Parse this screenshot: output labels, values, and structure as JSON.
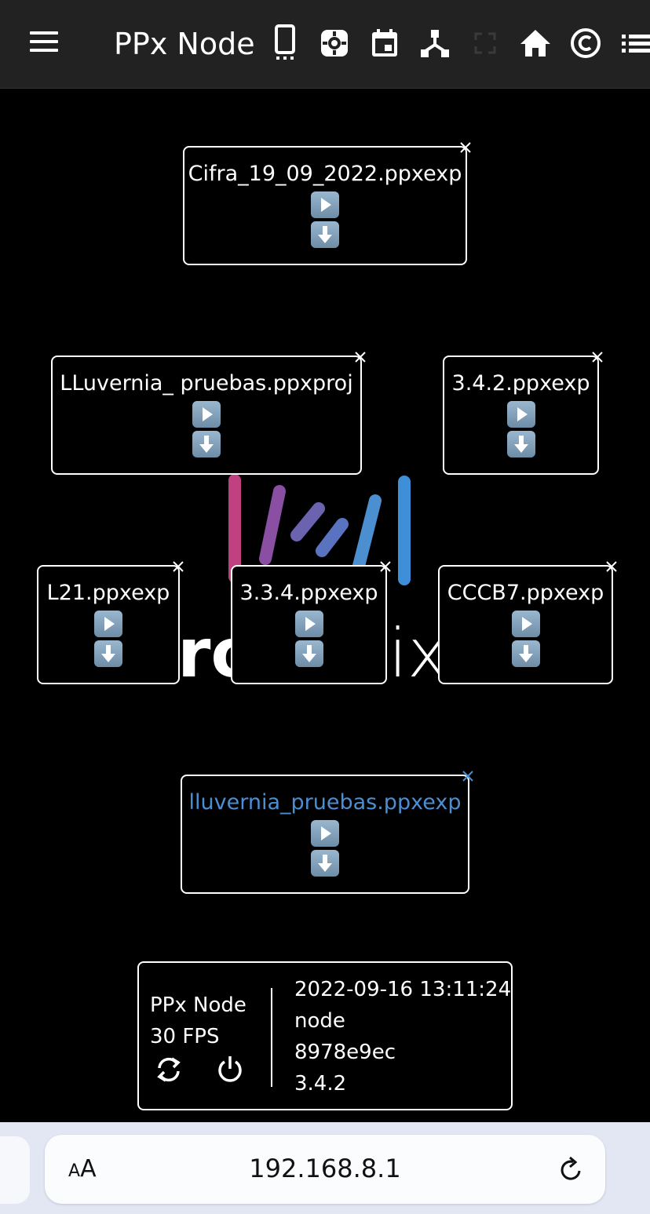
{
  "header": {
    "title": "PPx Node",
    "nav_icons": [
      "phone-icon",
      "gear-icon",
      "calendar-icon",
      "network-icon",
      "fullscreen-icon",
      "home-icon",
      "copyright-icon",
      "list-icon"
    ]
  },
  "logo": {
    "text_bold": "ro",
    "text_light": "ix",
    "bar_colors": [
      "#c0417f",
      "#8a4fa3",
      "#6b62b0",
      "#5a73c0",
      "#4c8fd0",
      "#3f8fd8"
    ]
  },
  "files": [
    {
      "name": "Cifra_19_09_2022.ppxexp",
      "highlighted": false
    },
    {
      "name": "LLuvernia_ pruebas.ppxproj",
      "highlighted": false
    },
    {
      "name": "3.4.2.ppxexp",
      "highlighted": false
    },
    {
      "name": "L21.ppxexp",
      "highlighted": false
    },
    {
      "name": "3.3.4.ppxexp",
      "highlighted": false
    },
    {
      "name": "CCCB7.ppxexp",
      "highlighted": false
    },
    {
      "name": "lluvernia_pruebas.ppxexp",
      "highlighted": true
    }
  ],
  "status": {
    "node_name": "PPx Node",
    "fps": "30 FPS",
    "datetime": "2022-09-16 13:11:24",
    "role": "node",
    "id": "8978e9ec",
    "version": "3.4.2"
  },
  "browser": {
    "text_size_small": "A",
    "text_size_big": "A",
    "url": "192.168.8.1"
  },
  "colors": {
    "background": "#000000",
    "topbar": "#222222",
    "highlight_text": "#4a8fd4",
    "browser_bar": "#e3e7f4"
  }
}
